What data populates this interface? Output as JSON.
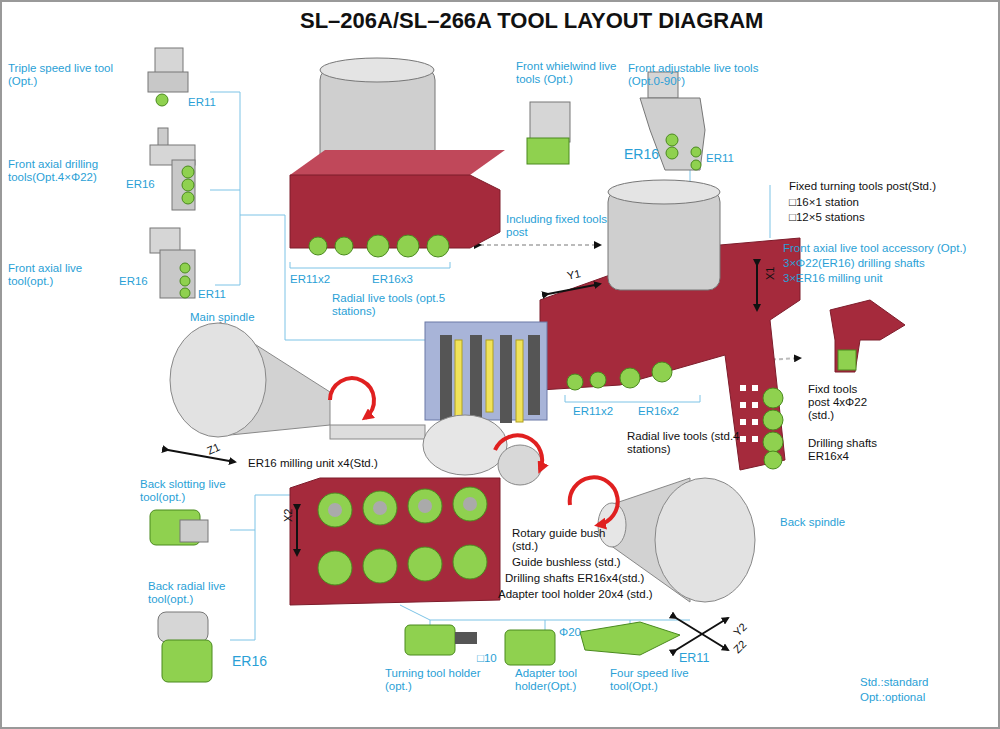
{
  "diagram": {
    "title": "SL–206A/SL–266A TOOL LAYOUT DIAGRAM",
    "labels": [
      "Triple speed live tool (Opt.)",
      "ER11",
      "Front whielwind live tools (Opt.)",
      "Front adjustable live tools (Opt.0-90°)",
      "ER16",
      "ER11",
      "Fixed turning tools post(Std.)",
      "□16×1 station",
      "□12×5 stations",
      "Front axial drilling tools(Opt.4×Φ22)",
      "ER16",
      "Including fixed tools post",
      "Front axial live tool(opt.)",
      "ER16",
      "ER11",
      "ER11x2",
      "ER16x3",
      "Radial live tools (opt.5 stations)",
      "Y1",
      "X1",
      "Front axial live tool accessory (Opt.)",
      "3×Φ22(ER16) drilling shafts",
      "3×ER16 milling unit",
      "Main spindle",
      "ER11x2",
      "ER16x2",
      "Fixd tools post 4xΦ22 (std.)",
      "Drilling shafts ER16x4",
      "Radial live tools (std.4 stations)",
      "Z1",
      "ER16 milling unit x4(Std.)",
      "Back slotting live tool(opt.)",
      "Back radial live tool(opt.)",
      "ER16",
      "X2",
      "Rotary guide bush (std.)",
      "Guide bushless (std.)",
      "Drilling shafts ER16x4(std.)",
      "Adapter tool holder 20x4 (std.)",
      "Back spindle",
      "□10",
      "Φ20",
      "ER11",
      "Y2",
      "Z2",
      "Turning tool holder (opt.)",
      "Adapter tool holder(Opt.)",
      "Four speed live tool(Opt.)",
      "Std.:standard",
      "Opt.:optional"
    ]
  }
}
